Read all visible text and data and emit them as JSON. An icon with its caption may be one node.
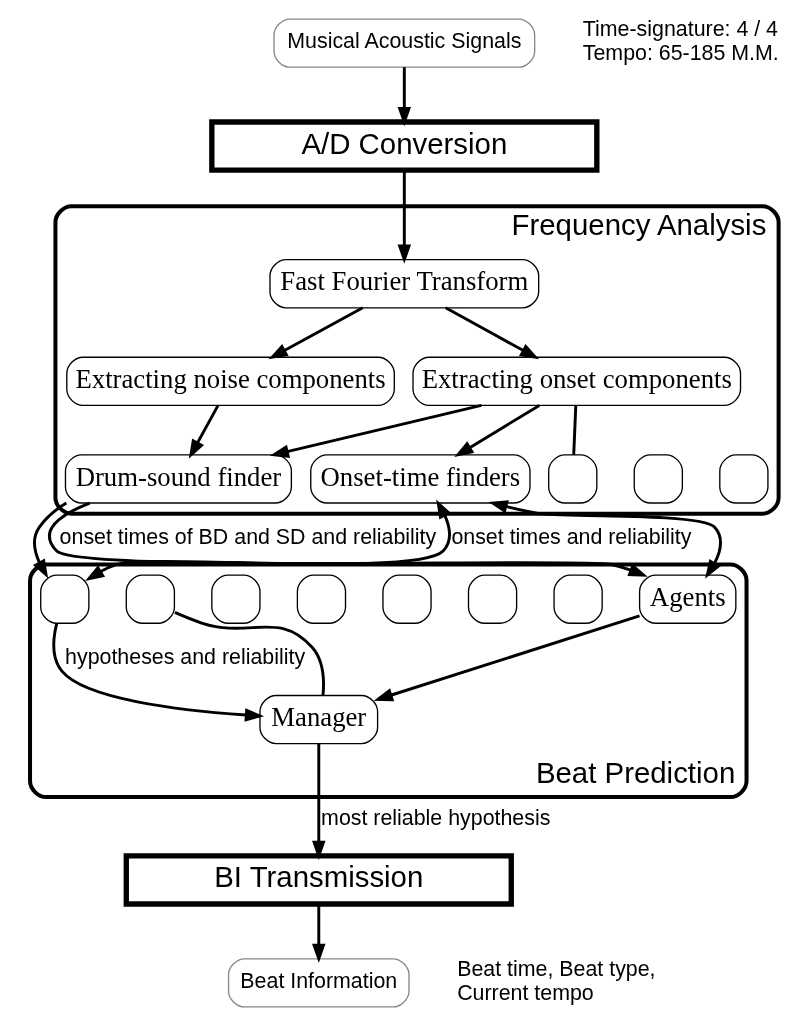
{
  "diagram": {
    "nodes": [
      {
        "text": [
          "Musical Acoustic Signals"
        ],
        "beside": [
          "Time-signature: 4 / 4",
          "Tempo: 65-185 M.M."
        ]
      },
      {
        "text": [
          "A/D Conversion"
        ]
      },
      {
        "text": [
          "Frequency Analysis"
        ]
      },
      {
        "text": [
          "Fast Fourier Transform"
        ],
        "in": 2
      },
      {
        "text": [
          "Extracting onset components"
        ],
        "in": 2
      },
      {
        "text": [
          "Extracting noise components"
        ],
        "in": 2
      },
      {
        "text": [],
        "shape": "box",
        "in": 2
      },
      {
        "text": [],
        "shape": "box",
        "in": 2
      },
      {
        "text": [],
        "shape": "box",
        "in": 2
      },
      {
        "text": [
          "Onset-time finders"
        ],
        "in": 2
      },
      {
        "text": [
          "Drum-sound finder"
        ],
        "in": 2
      },
      {
        "text": [
          "Beat Prediction"
        ]
      },
      {
        "text": [],
        "shape": "box",
        "in": 11
      },
      {
        "text": [],
        "shape": "box",
        "in": 11
      },
      {
        "text": [],
        "shape": "box",
        "in": 11
      },
      {
        "text": [],
        "shape": "box",
        "in": 11
      },
      {
        "text": [],
        "shape": "box",
        "in": 11
      },
      {
        "text": [],
        "shape": "box",
        "in": 11
      },
      {
        "text": [],
        "shape": "box",
        "in": 11
      },
      {
        "text": [
          "Agents"
        ],
        "in": 11
      },
      {
        "text": [
          "Manager"
        ],
        "in": 11
      },
      {
        "text": [
          "BI Transmission"
        ]
      },
      {
        "text": [
          "Beat Information"
        ],
        "beside": [
          "Beat time, Beat type,",
          "Current tempo"
        ]
      }
    ],
    "edges": [
      {
        "from": 0,
        "to": 1,
        "arrow": "to"
      },
      {
        "from": 1,
        "to": 3,
        "arrow": "to"
      },
      {
        "from": 3,
        "to": 4,
        "arrow": "to"
      },
      {
        "from": 3,
        "to": 5,
        "arrow": "to"
      },
      {
        "from": 4,
        "to": 6,
        "arrow": "none"
      },
      {
        "from": 4,
        "to": 9,
        "arrow": "to"
      },
      {
        "from": 4,
        "to": 10,
        "arrow": "to"
      },
      {
        "from": 5,
        "to": 10,
        "arrow": "to"
      },
      {
        "from": 9,
        "to": 12,
        "arrow": "both",
        "label": "onset times and reliability"
      },
      {
        "from": 9,
        "to": 19,
        "arrow": "both"
      },
      {
        "from": 10,
        "to": 12,
        "arrow": "to"
      },
      {
        "from": 10,
        "to": 19,
        "arrow": "to",
        "label": "onset times of BD and SD and reliability"
      },
      {
        "from": 12,
        "to": 20,
        "arrow": "to",
        "label": "hypotheses and reliability"
      },
      {
        "from": 13,
        "to": 20,
        "arrow": "none"
      },
      {
        "from": 19,
        "to": 20,
        "arrow": "to"
      },
      {
        "from": 20,
        "to": 21,
        "arrow": "to",
        "label": "most reliable hypothesis"
      },
      {
        "from": 21,
        "to": 22,
        "arrow": "to"
      }
    ]
  }
}
